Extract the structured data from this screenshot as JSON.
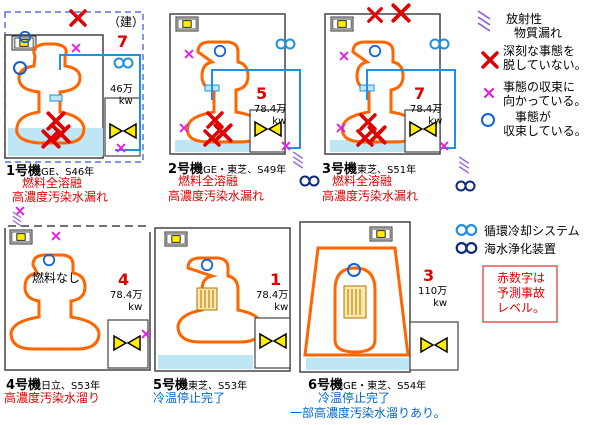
{
  "units": [
    {
      "name": "1号機",
      "maker": "GE、S46年",
      "status": [
        "燃料全溶融",
        "高濃度汚染水漏れ"
      ],
      "level": "7",
      "power": "46万",
      "power_unit": "kw",
      "construction_tag": "（建）"
    },
    {
      "name": "2号機",
      "maker": "GE・東芝、S49年",
      "status": [
        "燃料全溶融",
        "高濃度汚染水漏れ"
      ],
      "level": "5",
      "power": "78.4万",
      "power_unit": "kw"
    },
    {
      "name": "3号機",
      "maker": "東芝、S51年",
      "status": [
        "燃料全溶融",
        "高濃度汚染水漏れ"
      ],
      "level": "7",
      "power": "78.4万",
      "power_unit": "kw"
    },
    {
      "name": "4号機",
      "maker": "日立、S53年",
      "status": [
        "高濃度汚染水溜り"
      ],
      "level": "4",
      "power": "78.4万",
      "power_unit": "kw",
      "core_note": "燃料なし"
    },
    {
      "name": "5号機",
      "maker": "東芝、S53年",
      "status": [
        "冷温停止完了"
      ],
      "level": "1",
      "power": "78.4万",
      "power_unit": "kw"
    },
    {
      "name": "6号機",
      "maker": "GE・東芝、S54年",
      "status": [
        "冷温停止完了",
        "一部高濃度汚染水溜りあり。"
      ],
      "level": "3",
      "power": "110万",
      "power_unit": "kw"
    }
  ],
  "legend": {
    "radiation": [
      "放射性",
      "物質漏れ"
    ],
    "serious": [
      "深刻な事態を",
      "脱していない。"
    ],
    "converging": [
      "事態の収束に",
      "向かっている。"
    ],
    "converged": [
      "事態が",
      "収束している。"
    ],
    "circulation": "循環冷却システム",
    "seawater": "海水浄化装置",
    "note": [
      "赤数字は",
      "予測事故",
      "レベル。"
    ]
  },
  "colors": {
    "orange": "#ff6600",
    "red_mark": "#e00000",
    "magenta": "#e020e0",
    "blue": "#1060e0",
    "cyan_pipe": "#2090e0",
    "water": "#bfe6f4",
    "yellow": "#ffee00",
    "purple": "#9a6ad8"
  }
}
